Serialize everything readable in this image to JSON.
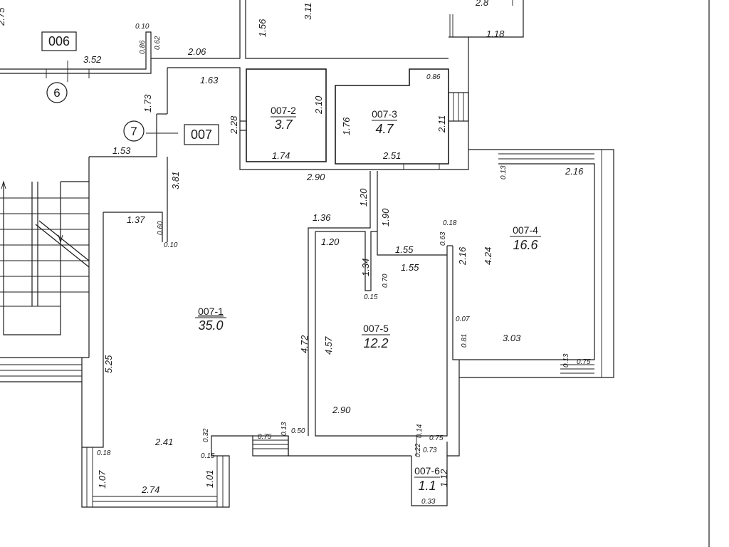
{
  "apartments": [
    {
      "id": "apartment-006",
      "label": "006"
    },
    {
      "id": "apartment-007",
      "label": "007"
    }
  ],
  "axes": [
    {
      "id": "axis-6",
      "label": "6"
    },
    {
      "id": "axis-7",
      "label": "7"
    }
  ],
  "rooms": [
    {
      "id": "room-007-1",
      "label": "007-1",
      "area": "35.0"
    },
    {
      "id": "room-007-2",
      "label": "007-2",
      "area": "3.7"
    },
    {
      "id": "room-007-3",
      "label": "007-3",
      "area": "4.7"
    },
    {
      "id": "room-007-4",
      "label": "007-4",
      "area": "16.6"
    },
    {
      "id": "room-007-5",
      "label": "007-5",
      "area": "12.2"
    },
    {
      "id": "room-007-6",
      "label": "007-6",
      "area": "1.1"
    }
  ],
  "dimensions": [
    "2.75",
    "3.11",
    "1.56",
    "2.8",
    "1.18",
    "0.10",
    "0.62",
    "0.86",
    "2.06",
    "3.52",
    "1.63",
    "1.73",
    "2.28",
    "2.10",
    "1.74",
    "0.86",
    "1.76",
    "2.11",
    "2.51",
    "1.53",
    "2.90",
    "0.13",
    "2.16",
    "3.81",
    "1.20",
    "1.90",
    "1.37",
    "0.60",
    "0.10",
    "1.36",
    "1.20",
    "0.18",
    "0.63",
    "1.55",
    "2.16",
    "4.24",
    "1.34",
    "1.55",
    "0.70",
    "0.15",
    "0.07",
    "4.72",
    "4.57",
    "0.81",
    "3.03",
    "5.25",
    "0.13",
    "0.75",
    "2.90",
    "0.75",
    "0.13",
    "0.50",
    "0.14",
    "0.75",
    "0.32",
    "0.22",
    "0.73",
    "2.41",
    "0.15",
    "0.18",
    "1.07",
    "1.01",
    "2.74",
    "1.12",
    "0.33"
  ]
}
